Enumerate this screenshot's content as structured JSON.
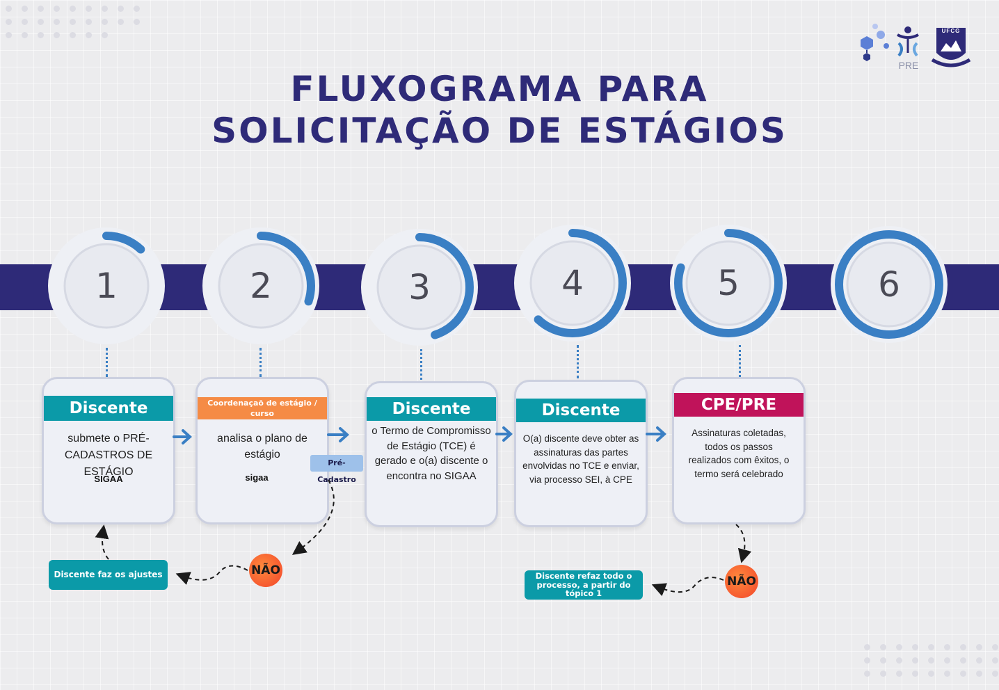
{
  "title": {
    "line1": "FLUXOGRAMA PARA",
    "line2": "SOLICITAÇÃO DE ESTÁGIOS"
  },
  "logos": {
    "pre_label": "PRE",
    "ufcg_label": "UFCG"
  },
  "steps": [
    {
      "number": "1",
      "progress": 0.12
    },
    {
      "number": "2",
      "progress": 0.3
    },
    {
      "number": "3",
      "progress": 0.45
    },
    {
      "number": "4",
      "progress": 0.62
    },
    {
      "number": "5",
      "progress": 0.8
    },
    {
      "number": "6",
      "progress": 1.0
    }
  ],
  "cards": [
    {
      "header": "Discente",
      "color": "#0b9aa8",
      "text": "submete o PRÉ-CADASTROS DE ESTÁGIO",
      "sub": "SIGAA"
    },
    {
      "header": "Coordenaçaõ de estágio / curso",
      "color": "#f58b45",
      "text": "analisa o plano de estágio",
      "sub": "sigaa"
    },
    {
      "header": "Discente",
      "color": "#0b9aa8",
      "text": "o Termo de Compromisso de Estágio (TCE) é gerado e o(a) discente o encontra no SIGAA"
    },
    {
      "header": "Discente",
      "color": "#0b9aa8",
      "text": "O(a) discente deve obter as assinaturas das partes envolvidas no TCE e enviar, via processo SEI, à CPE"
    },
    {
      "header": "CPE/PRE",
      "color": "#c0135a",
      "text": "Assinaturas coletadas, todos os passos realizados com êxitos, o termo será celebrado"
    }
  ],
  "tag": "Pré-Cadastro",
  "branches": {
    "nao_label": "NÃO",
    "adjust_label": "Discente faz os ajustes",
    "redo_label": "Discente refaz todo o processo, a partir do tópico 1"
  },
  "colors": {
    "accent": "#3a7fc4",
    "band": "#2e2a78",
    "teal": "#0b9aa8"
  }
}
